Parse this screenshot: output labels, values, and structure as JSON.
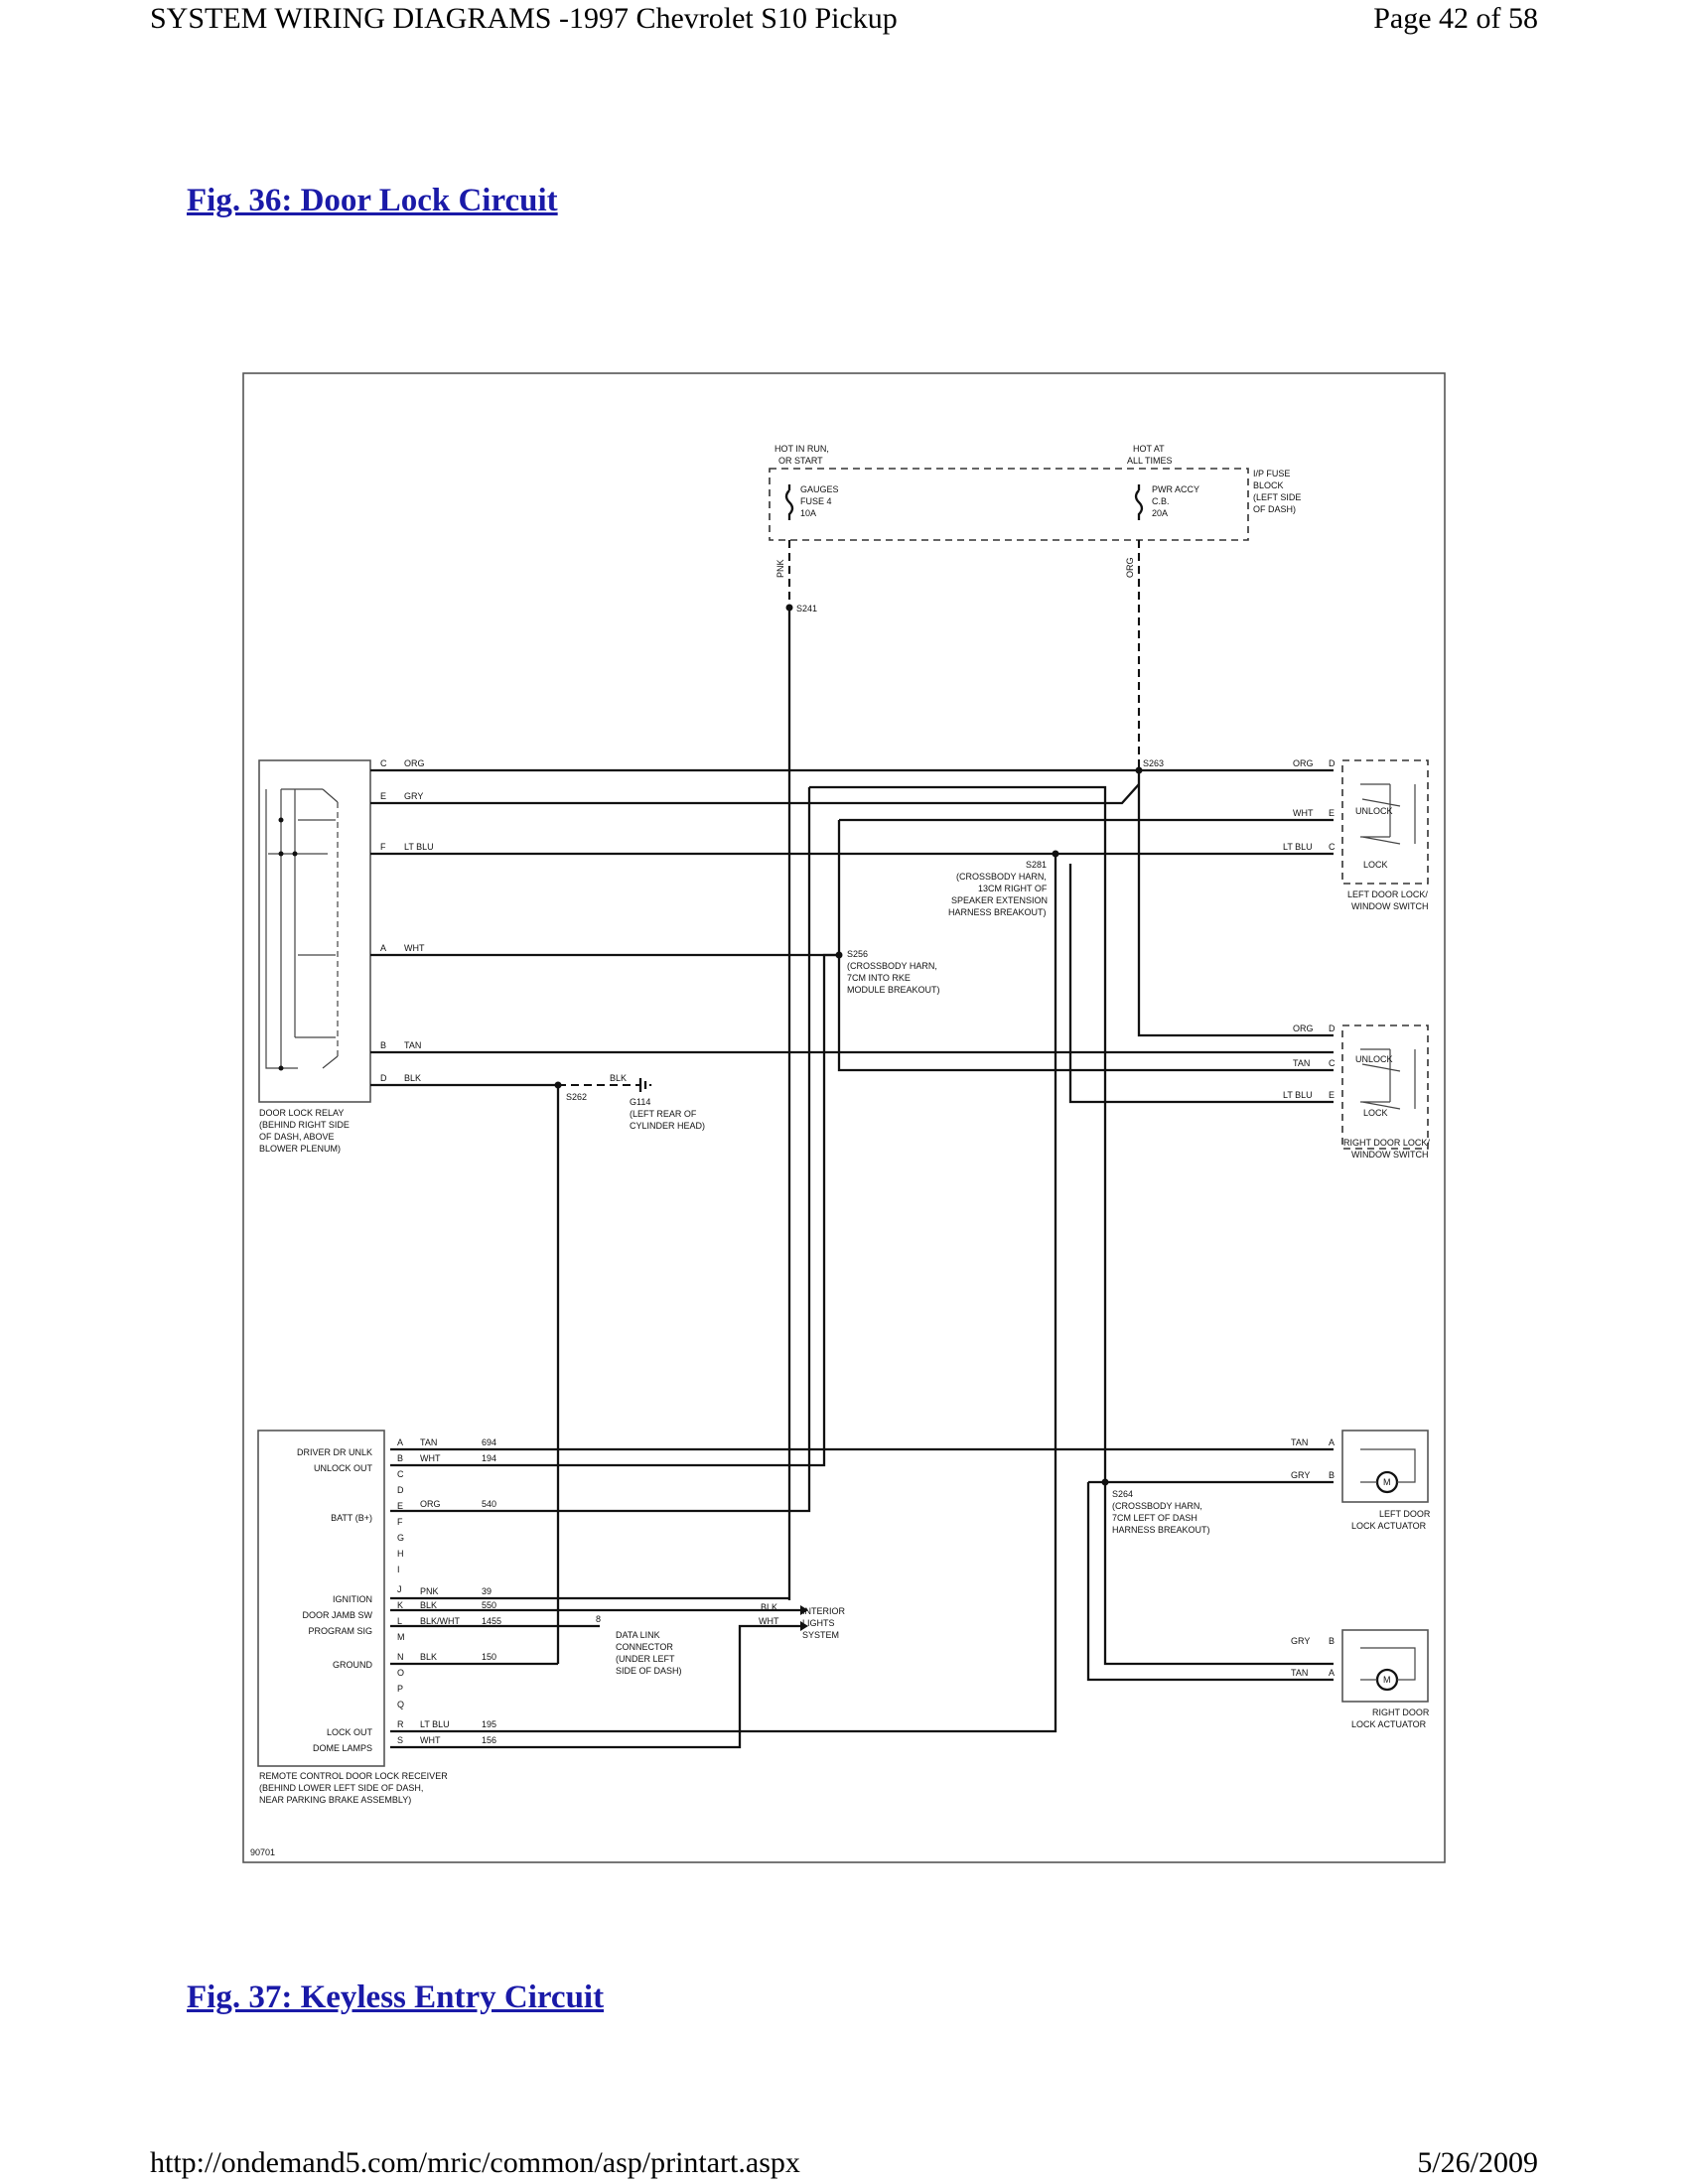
{
  "header": {
    "title": "SYSTEM WIRING DIAGRAMS -1997 Chevrolet S10 Pickup",
    "page": "Page 42 of 58"
  },
  "figure_36_title": "Fig. 36: Door Lock Circuit",
  "figure_37_title": "Fig. 37: Keyless Entry Circuit",
  "footer": {
    "url": "http://ondemand5.com/mric/common/asp/printart.aspx",
    "date": "5/26/2009"
  },
  "diagram": {
    "top_feeds": {
      "hot_in_run": [
        "HOT IN RUN,",
        "OR START"
      ],
      "hot_at_all_times": [
        "HOT AT",
        "ALL TIMES"
      ],
      "gauges_fuse": [
        "GAUGES",
        "FUSE 4",
        "10A"
      ],
      "pwr_accy": [
        "PWR ACCY",
        "C.B.",
        "20A"
      ],
      "ip_fuse_block": [
        "I/P FUSE",
        "BLOCK",
        "(LEFT SIDE",
        "OF DASH)"
      ],
      "wire_pnk": "PNK",
      "wire_org": "ORG",
      "s241": "S241"
    },
    "relay": {
      "pins": [
        {
          "pin": "C",
          "color": "ORG"
        },
        {
          "pin": "E",
          "color": "GRY"
        },
        {
          "pin": "F",
          "color": "LT BLU"
        },
        {
          "pin": "A",
          "color": "WHT"
        },
        {
          "pin": "B",
          "color": "TAN"
        },
        {
          "pin": "D",
          "color": "BLK"
        }
      ],
      "label": [
        "DOOR LOCK RELAY",
        "(BEHIND RIGHT SIDE",
        "OF DASH, ABOVE",
        "BLOWER PLENUM)"
      ]
    },
    "splices": {
      "s263": "S263",
      "s281": [
        "S281",
        "(CROSSBODY HARN,",
        "13CM RIGHT OF",
        "SPEAKER EXTENSION",
        "HARNESS BREAKOUT)"
      ],
      "s256": [
        "S256",
        "(CROSSBODY HARN,",
        "7CM INTO RKE",
        "MODULE BREAKOUT)"
      ],
      "s262": "S262",
      "g114": [
        "G114",
        "(LEFT REAR OF",
        "CYLINDER HEAD)"
      ],
      "g114_wire": "BLK",
      "s264": [
        "S264",
        "(CROSSBODY HARN,",
        "7CM LEFT OF DASH",
        "HARNESS BREAKOUT)"
      ]
    },
    "left_switch": {
      "wires": [
        {
          "color": "ORG",
          "pin": "D"
        },
        {
          "color": "WHT",
          "pin": "E"
        },
        {
          "color": "LT BLU",
          "pin": "C"
        }
      ],
      "unlock": "UNLOCK",
      "lock": "LOCK",
      "label": [
        "LEFT DOOR LOCK/",
        "WINDOW SWITCH"
      ]
    },
    "right_switch": {
      "wires": [
        {
          "color": "ORG",
          "pin": "D"
        },
        {
          "color": "TAN",
          "pin": "C"
        },
        {
          "color": "LT BLU",
          "pin": "E"
        }
      ],
      "unlock": "UNLOCK",
      "lock": "LOCK",
      "label": [
        "RIGHT DOOR LOCK/",
        "WINDOW SWITCH"
      ]
    },
    "receiver": {
      "pins": [
        "A",
        "B",
        "C",
        "D",
        "E",
        "F",
        "G",
        "H",
        "I",
        "J",
        "K",
        "L",
        "M",
        "N",
        "O",
        "P",
        "Q",
        "R",
        "S"
      ],
      "functions": {
        "A": "DRIVER DR UNLK",
        "B": "UNLOCK OUT",
        "E": "BATT (B+)",
        "J": "IGNITION",
        "K": "DOOR JAMB SW",
        "L": "PROGRAM SIG",
        "N": "GROUND",
        "R": "LOCK OUT",
        "S": "DOME LAMPS"
      },
      "wires": [
        {
          "pin": "A",
          "color": "TAN",
          "circuit": "694"
        },
        {
          "pin": "B",
          "color": "WHT",
          "circuit": "194"
        },
        {
          "pin": "E",
          "color": "ORG",
          "circuit": "540"
        },
        {
          "pin": "J",
          "color": "PNK",
          "circuit": "39"
        },
        {
          "pin": "K",
          "color": "BLK",
          "circuit": "550"
        },
        {
          "pin": "L",
          "color": "BLK/WHT",
          "circuit": "1455"
        },
        {
          "pin": "N",
          "color": "BLK",
          "circuit": "150"
        },
        {
          "pin": "R",
          "color": "LT BLU",
          "circuit": "195"
        },
        {
          "pin": "S",
          "color": "WHT",
          "circuit": "156"
        }
      ],
      "label": [
        "REMOTE CONTROL DOOR LOCK RECEIVER",
        "(BEHIND LOWER LEFT SIDE OF DASH,",
        "NEAR PARKING BRAKE ASSEMBLY)"
      ]
    },
    "interior_lights": {
      "wire_blk": "BLK",
      "wire_wht": "WHT",
      "label": [
        "INTERIOR",
        "LIGHTS",
        "SYSTEM"
      ]
    },
    "data_link": {
      "pin": "8",
      "label": [
        "DATA LINK",
        "CONNECTOR",
        "(UNDER LEFT",
        "SIDE OF DASH)"
      ]
    },
    "left_actuator": {
      "wires": [
        {
          "color": "TAN",
          "pin": "A"
        },
        {
          "color": "GRY",
          "pin": "B"
        }
      ],
      "motor": "M",
      "label": [
        "LEFT DOOR",
        "LOCK ACTUATOR"
      ]
    },
    "right_actuator": {
      "wires": [
        {
          "color": "GRY",
          "pin": "B"
        },
        {
          "color": "TAN",
          "pin": "A"
        }
      ],
      "motor": "M",
      "label": [
        "RIGHT DOOR",
        "LOCK ACTUATOR"
      ]
    },
    "figure_code": "90701"
  }
}
